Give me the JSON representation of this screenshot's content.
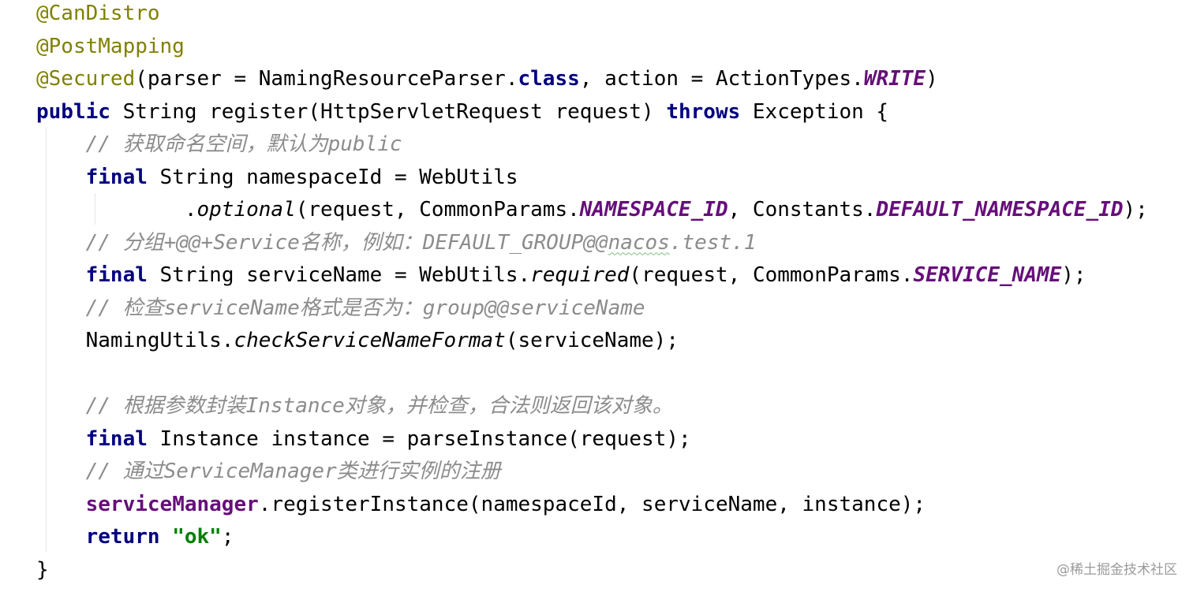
{
  "editor": {
    "language": "java",
    "lines": [
      [
        {
          "t": "@CanDistro",
          "k": "annotation"
        }
      ],
      [
        {
          "t": "@PostMapping",
          "k": "annotation"
        }
      ],
      [
        {
          "t": "@Secured",
          "k": "annotation"
        },
        {
          "t": "(parser = NamingResourceParser.",
          "k": "plain"
        },
        {
          "t": "class",
          "k": "keyword"
        },
        {
          "t": ", action = ActionTypes.",
          "k": "plain"
        },
        {
          "t": "WRITE",
          "k": "static"
        },
        {
          "t": ")",
          "k": "plain"
        }
      ],
      [
        {
          "t": "public",
          "k": "keyword"
        },
        {
          "t": " String register(HttpServletRequest request) ",
          "k": "plain"
        },
        {
          "t": "throws",
          "k": "keyword"
        },
        {
          "t": " Exception {",
          "k": "plain"
        }
      ],
      [
        {
          "t": "    ",
          "k": "plain"
        },
        {
          "t": "// 获取命名空间，默认为public",
          "k": "comment"
        }
      ],
      [
        {
          "t": "    ",
          "k": "plain"
        },
        {
          "t": "final",
          "k": "keyword"
        },
        {
          "t": " String namespaceId = WebUtils",
          "k": "plain"
        }
      ],
      [
        {
          "t": "            .",
          "k": "plain"
        },
        {
          "t": "optional",
          "k": "static-call"
        },
        {
          "t": "(request, CommonParams.",
          "k": "plain"
        },
        {
          "t": "NAMESPACE_ID",
          "k": "static"
        },
        {
          "t": ", Constants.",
          "k": "plain"
        },
        {
          "t": "DEFAULT_NAMESPACE_ID",
          "k": "static"
        },
        {
          "t": ");",
          "k": "plain"
        }
      ],
      [
        {
          "t": "    ",
          "k": "plain"
        },
        {
          "t": "// 分组+@@+Service名称，例如：DEFAULT_GROUP@@",
          "k": "comment"
        },
        {
          "t": "nacos",
          "k": "comment-typo"
        },
        {
          "t": ".test.1",
          "k": "comment"
        }
      ],
      [
        {
          "t": "    ",
          "k": "plain"
        },
        {
          "t": "final",
          "k": "keyword"
        },
        {
          "t": " String serviceName = WebUtils.",
          "k": "plain"
        },
        {
          "t": "required",
          "k": "static-call"
        },
        {
          "t": "(request, CommonParams.",
          "k": "plain"
        },
        {
          "t": "SERVICE_NAME",
          "k": "static"
        },
        {
          "t": ");",
          "k": "plain"
        }
      ],
      [
        {
          "t": "    ",
          "k": "plain"
        },
        {
          "t": "// 检查serviceName格式是否为：group@@serviceName",
          "k": "comment"
        }
      ],
      [
        {
          "t": "    NamingUtils.",
          "k": "plain"
        },
        {
          "t": "checkServiceNameFormat",
          "k": "static-call"
        },
        {
          "t": "(serviceName);",
          "k": "plain"
        }
      ],
      [],
      [
        {
          "t": "    ",
          "k": "plain"
        },
        {
          "t": "// 根据参数封装Instance对象，并检查，合法则返回该对象。",
          "k": "comment"
        }
      ],
      [
        {
          "t": "    ",
          "k": "plain"
        },
        {
          "t": "final",
          "k": "keyword"
        },
        {
          "t": " Instance instance = parseInstance(request);",
          "k": "plain"
        }
      ],
      [
        {
          "t": "    ",
          "k": "plain"
        },
        {
          "t": "// 通过ServiceManager类进行实例的注册",
          "k": "comment"
        }
      ],
      [
        {
          "t": "    ",
          "k": "plain"
        },
        {
          "t": "serviceManager",
          "k": "field"
        },
        {
          "t": ".registerInstance(namespaceId, serviceName, instance);",
          "k": "plain"
        }
      ],
      [
        {
          "t": "    ",
          "k": "plain"
        },
        {
          "t": "return",
          "k": "keyword"
        },
        {
          "t": " ",
          "k": "plain"
        },
        {
          "t": "\"ok\"",
          "k": "string"
        },
        {
          "t": ";",
          "k": "plain"
        }
      ],
      [
        {
          "t": "}",
          "k": "plain"
        }
      ]
    ]
  },
  "watermark": {
    "text": "@稀土掘金技术社区"
  },
  "colors": {
    "annotation": "#808000",
    "keyword": "#000080",
    "comment": "#8c8c8c",
    "static_field": "#660e7a",
    "string": "#008000",
    "background": "#ffffff"
  }
}
